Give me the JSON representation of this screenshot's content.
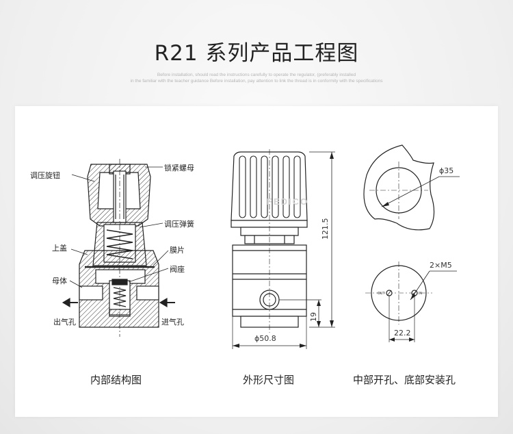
{
  "header": {
    "title": "R21 系列产品工程图",
    "subtitle_line1": "Before installation, should read the instructions carefully to operate the regulator, (preferably installed",
    "subtitle_line2": "in the familiar with the teacher guidance Before installation, pay attention to link the thread is in conformity with the specifications"
  },
  "internal_structure": {
    "caption": "内部结构图",
    "labels": {
      "knob": "调压旋钮",
      "lock_nut": "锁紧螺母",
      "spring": "调压弹簧",
      "cover": "上盖",
      "diaphragm": "膜片",
      "valve_seat": "阀座",
      "body": "母体",
      "outlet": "出气孔",
      "inlet": "进气孔"
    }
  },
  "outline_dimensions": {
    "caption": "外形尺寸图",
    "watermark": "FEDICO",
    "height": "121.5",
    "port_height": "19",
    "width": "ϕ50.8"
  },
  "mounting_holes": {
    "caption": "中部开孔、底部安装孔",
    "panel_hole": "ϕ35",
    "bottom_holes": "2×M5",
    "hole_spacing": "22.2",
    "out_label": "OUT",
    "in_label": "IN"
  }
}
